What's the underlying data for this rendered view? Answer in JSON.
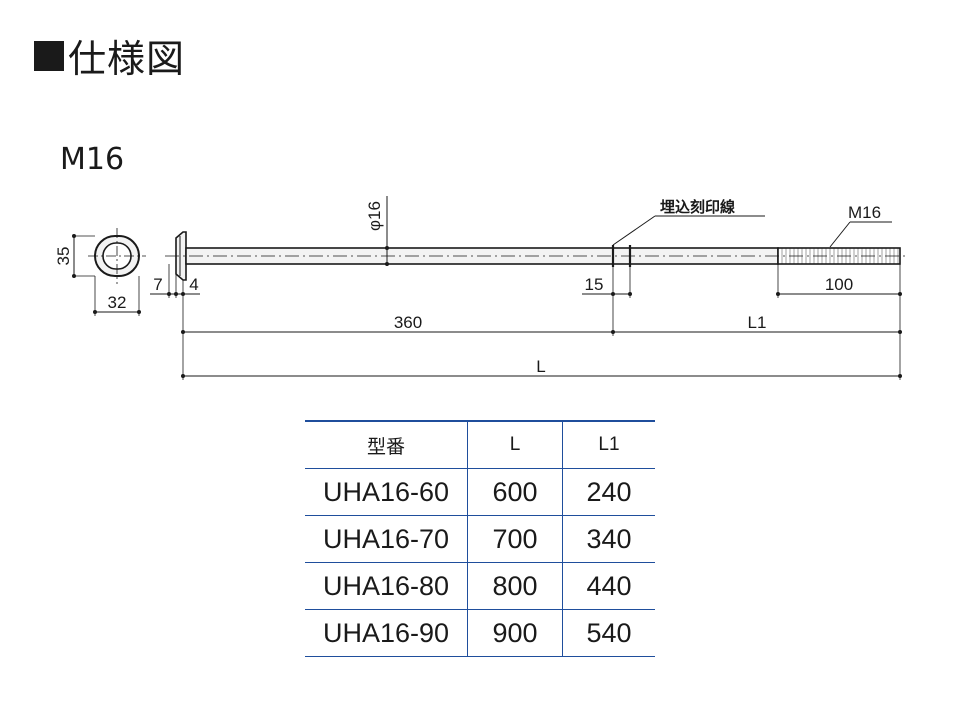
{
  "title": "仕様図",
  "model_label": "M16",
  "drawing": {
    "end_height": "35",
    "end_width": "32",
    "head_dim_a": "7",
    "head_dim_b": "4",
    "rod_diameter": "φ16",
    "mark_label": "埋込刻印線",
    "thread_label": "M16",
    "mark_width": "15",
    "thread_length": "100",
    "first_segment": "360",
    "second_segment": "L1",
    "total_length": "L"
  },
  "table": {
    "headers": [
      "型番",
      "L",
      "L1"
    ],
    "rows": [
      [
        "UHA16-60",
        "600",
        "240"
      ],
      [
        "UHA16-70",
        "700",
        "340"
      ],
      [
        "UHA16-80",
        "800",
        "440"
      ],
      [
        "UHA16-90",
        "900",
        "540"
      ]
    ]
  },
  "colors": {
    "table_border": "#1f4e9c",
    "rod_fill": "#f3f3f3",
    "line": "#1a1a1a"
  }
}
